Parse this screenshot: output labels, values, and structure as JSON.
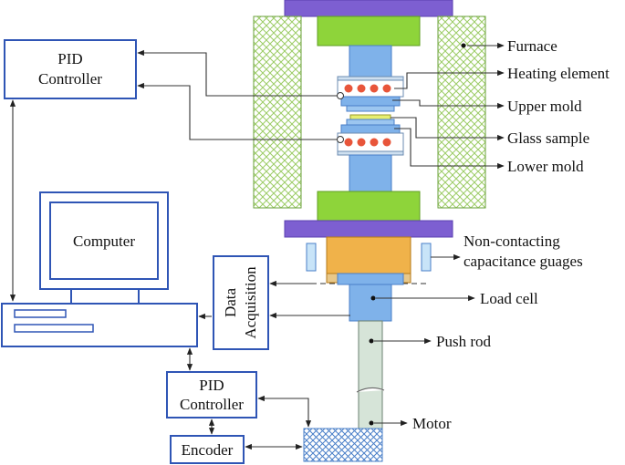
{
  "labels": {
    "furnace": "Furnace",
    "heating_element": "Heating element",
    "upper_mold": "Upper mold",
    "glass_sample": "Glass sample",
    "lower_mold": "Lower mold",
    "gauges_line1": "Non-contacting",
    "gauges_line2": "capacitance guages",
    "load_cell": "Load cell",
    "push_rod": "Push rod",
    "motor": "Motor"
  },
  "boxes": {
    "pid_top_line1": "PID",
    "pid_top_line2": "Controller",
    "computer": "Computer",
    "data_acq_line1": "Data",
    "data_acq_line2": "Acquisition",
    "pid_bottom_line1": "PID",
    "pid_bottom_line2": "Controller",
    "encoder": "Encoder"
  },
  "colors": {
    "block_blue": "#2f55b5",
    "purple_plate": "#7d5fd1",
    "green_block": "#8ed43a",
    "shaft_blue": "#7fb2ea",
    "orange_block": "#f0b24a",
    "heater_dot": "#e8553a",
    "glass": "#e6ee70",
    "crosshatch_green": "#9ccc66",
    "motor_hatch": "#4a7fc8"
  }
}
